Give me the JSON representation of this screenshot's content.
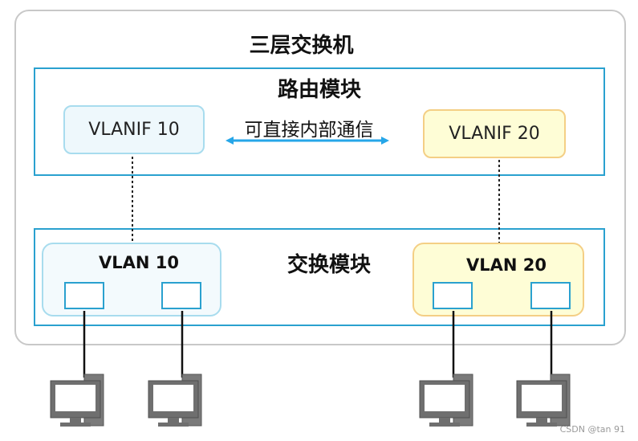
{
  "title": "三层交换机",
  "routing_module": {
    "title": "路由模块",
    "vlanif_left": "VLANIF 10",
    "vlanif_right": "VLANIF 20",
    "communication": "可直接内部通信"
  },
  "switching_module": {
    "title": "交换模块",
    "vlan_left": "VLAN 10",
    "vlan_right": "VLAN 20"
  },
  "colors": {
    "module_border": "#2aa1cf",
    "arrow": "#26a6e8",
    "vlan10_fill": "#eef8fc",
    "vlan20_fill": "#fefdd6",
    "computer": "#707070"
  },
  "icons": [
    "computer-icon",
    "computer-icon",
    "computer-icon",
    "computer-icon"
  ],
  "watermark": "CSDN @tan 91"
}
